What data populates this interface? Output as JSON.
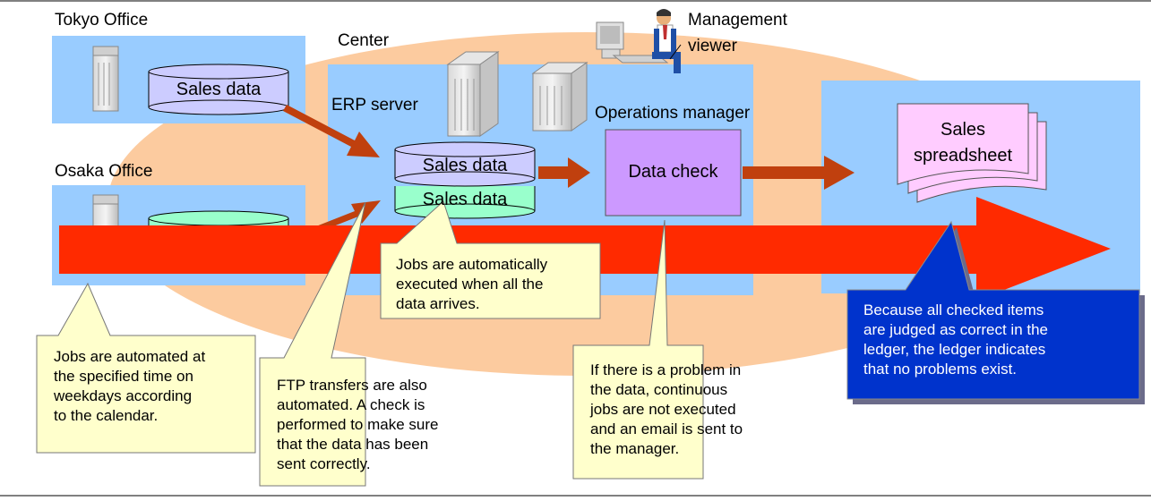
{
  "tokyo_office": {
    "title": "Tokyo Office",
    "db_label": "Sales data"
  },
  "osaka_office": {
    "title": "Osaka Office"
  },
  "center": {
    "title": "Center",
    "erp_server_label": "ERP server",
    "operations_manager_label": "Operations manager",
    "db_top_label": "Sales data",
    "db_bottom_label": "Sales data",
    "data_check_label": "Data check"
  },
  "management_viewer": {
    "line1": "Management",
    "line2": "viewer"
  },
  "output": {
    "doc_line1": "Sales",
    "doc_line2": "spreadsheet"
  },
  "callouts": {
    "calendar": [
      "Jobs are automated at",
      "the specified time on",
      "weekdays according",
      "to the calendar."
    ],
    "ftp": [
      "FTP transfers are also",
      "automated. A check is",
      "performed to make sure",
      "that the data has been",
      "sent correctly."
    ],
    "arrival": [
      "Jobs are automatically",
      "executed when all the",
      "data arrives."
    ],
    "problem": [
      "If there is a problem in",
      "the data, continuous",
      "jobs are not executed",
      "and an email is sent to",
      "the manager."
    ],
    "ledger": [
      "Because all checked items",
      "are judged as correct in the",
      "ledger, the ledger indicates",
      "that no problems exist."
    ]
  },
  "colors": {
    "ellipse": "#FCCB9F",
    "panel": "#99CCFF",
    "arrow_red": "#FF2A00",
    "arrow_brown": "#C0400E",
    "db_lavender": "#CCCCFF",
    "db_green": "#99FFCC",
    "data_check": "#CC99FF",
    "callout_yellow": "#FFFFCC",
    "callout_blue": "#0033CC",
    "doc_pink": "#FFCCFF"
  }
}
